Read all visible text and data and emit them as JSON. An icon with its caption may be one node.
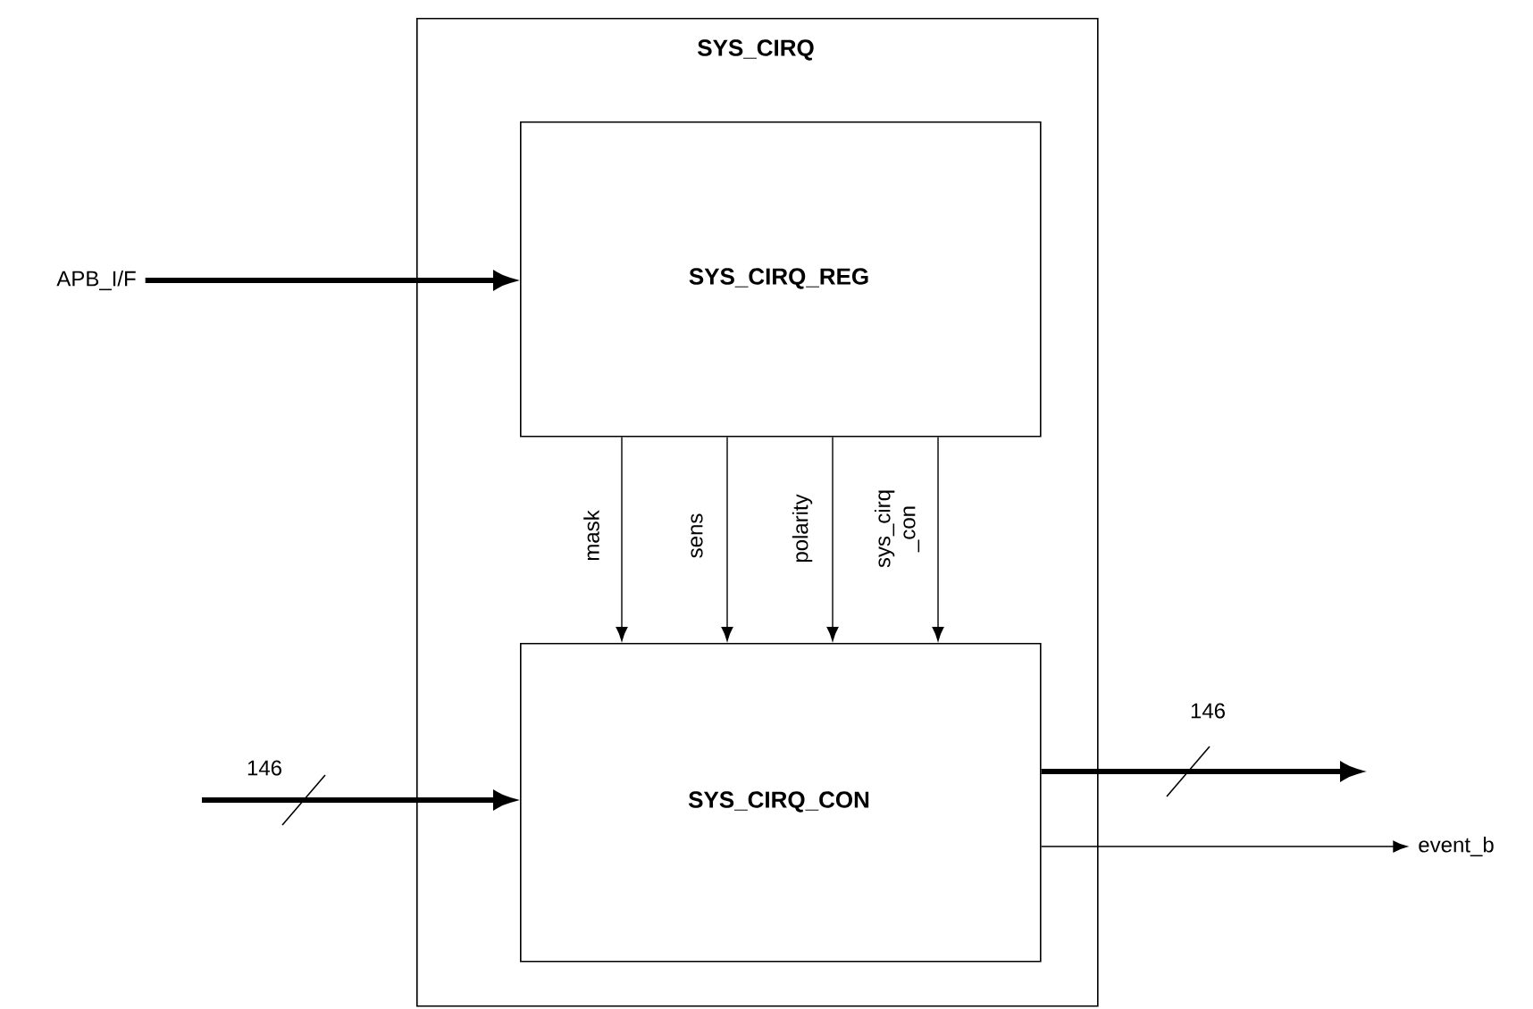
{
  "diagram": {
    "nodes": [
      {
        "text": [
          "SYS_CIRQ"
        ]
      },
      {
        "text": [
          "SYS_CIRQ_REG"
        ],
        "in": 0
      },
      {
        "text": [
          "SYS_CIRQ_CON"
        ],
        "in": 0
      },
      {
        "text": [
          "APB_I/F"
        ]
      },
      {
        "text": [
          "event_b"
        ]
      }
    ],
    "edges": [
      {
        "from": 3,
        "to": 1,
        "arrow": "to",
        "style": "thick"
      },
      {
        "from": 1,
        "to": 2,
        "arrow": "to",
        "label": "mask"
      },
      {
        "from": 1,
        "to": 2,
        "arrow": "to",
        "label": "sens"
      },
      {
        "from": 1,
        "to": 2,
        "arrow": "to",
        "label": "polarity"
      },
      {
        "from": 1,
        "to": 2,
        "arrow": "to",
        "label": "sys_cirq _con"
      },
      {
        "from": null,
        "to": 2,
        "arrow": "to",
        "label": "146",
        "style": "thick"
      },
      {
        "from": 2,
        "to": null,
        "arrow": "to",
        "label": "146",
        "style": "thick"
      },
      {
        "from": 2,
        "to": 4,
        "arrow": "to"
      }
    ]
  }
}
